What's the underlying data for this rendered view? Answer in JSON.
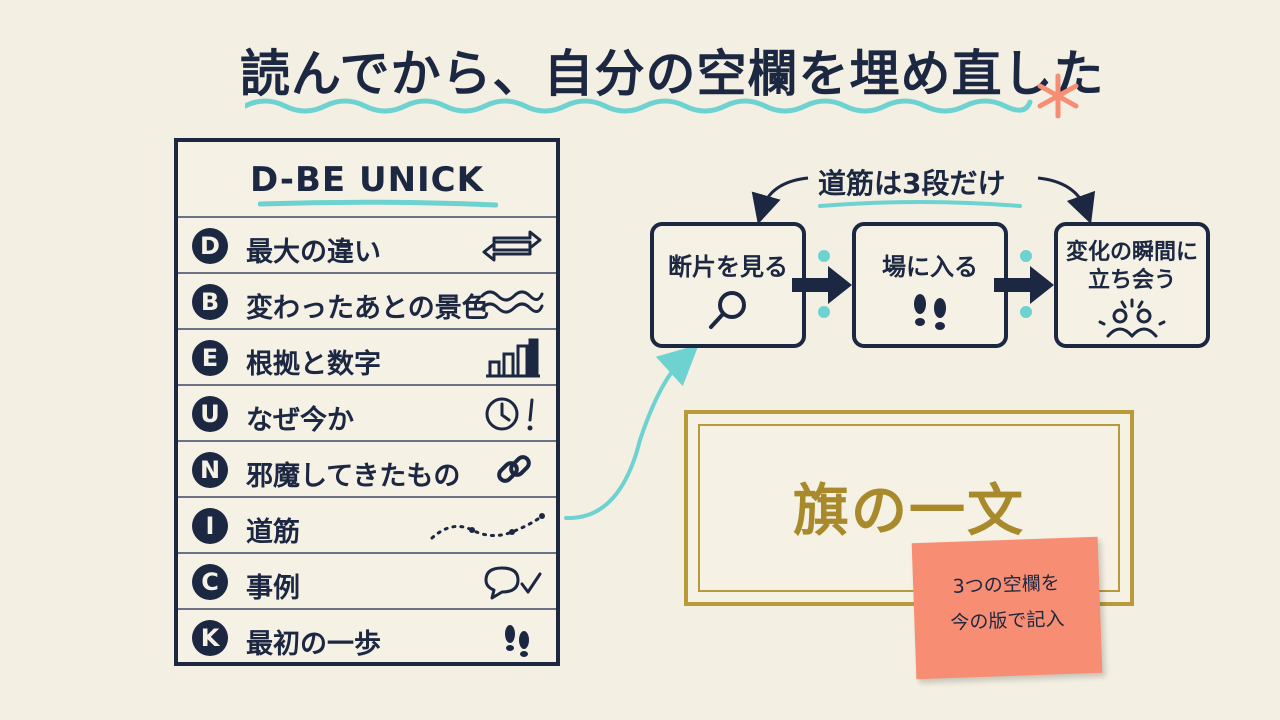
{
  "title": "読んでから、自分の空欄を埋め直した",
  "checklist": {
    "title": "D-BE UNICK",
    "items": [
      {
        "letter": "D",
        "label": "最大の違い",
        "icon": "swap-arrows-icon"
      },
      {
        "letter": "B",
        "label": "変わったあとの景色",
        "icon": "wave-icon"
      },
      {
        "letter": "E",
        "label": "根拠と数字",
        "icon": "bar-chart-icon"
      },
      {
        "letter": "U",
        "label": "なぜ今か",
        "icon": "clock-exclamation-icon"
      },
      {
        "letter": "N",
        "label": "邪魔してきたもの",
        "icon": "chain-link-icon"
      },
      {
        "letter": "I",
        "label": "道筋",
        "icon": "dotted-path-icon"
      },
      {
        "letter": "C",
        "label": "事例",
        "icon": "speech-check-icon"
      },
      {
        "letter": "K",
        "label": "最初の一歩",
        "icon": "footprints-icon"
      }
    ]
  },
  "flow": {
    "heading": "道筋は3段だけ",
    "steps": [
      {
        "label_lines": [
          "断片を見る"
        ],
        "icon": "magnifier-icon"
      },
      {
        "label_lines": [
          "場に入る"
        ],
        "icon": "footprints-icon"
      },
      {
        "label_lines": [
          "変化の瞬間に",
          "立ち会う"
        ],
        "icon": "people-icon"
      }
    ]
  },
  "flag": {
    "text": "旗の一文"
  },
  "sticky_note": {
    "lines": [
      "3つの空欄を",
      "今の版で記入"
    ]
  },
  "colors": {
    "navy": "#1c2742",
    "teal": "#6dd2d0",
    "gold": "#b89a3a",
    "coral": "#f78d72",
    "paper": "#f3efe2"
  }
}
